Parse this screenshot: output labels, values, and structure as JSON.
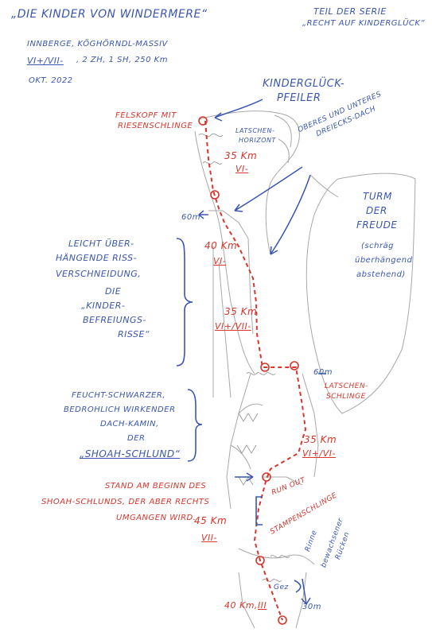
{
  "header": {
    "title": "„DIE KINDER VON WINDERMERE“",
    "series_line1": "TEIL DER SERIE",
    "series_line2": "„RECHT AUF KINDERGLÜCK“",
    "area": "INNBERGE, KÖGHÖRNDL-MASSIV",
    "grade": "VI+/VII-",
    "gear": ", 2 ZH, 1 SH, 250 Km",
    "date": "OKT. 2022"
  },
  "labels": {
    "pillar1": "KINDERGLÜCK-",
    "pillar2": "PFEILER",
    "felskopf1": "FELSKOPF MIT",
    "felskopf2": "RIESENSCHLINGE",
    "latschen1": "LATSCHEN-",
    "latschen2": "HORIZONT",
    "dach1": "OBERES UND UNTERES",
    "dach2": "DREIECKS-DACH",
    "turm1": "TURM",
    "turm2": "DER",
    "turm3": "FREUDE",
    "schraeg1": "(schräg",
    "schraeg2": "überhängend",
    "schraeg3": "abstehend)",
    "left1_1": "LEICHT ÜBER-",
    "left1_2": "HÄNGENDE RISS-",
    "left1_3": "VERSCHNEIDUNG,",
    "left1_4": "DIE",
    "left1_5": "„KINDER-",
    "left1_6": "BEFREIUNGS-",
    "left1_7": "RISSE“",
    "left2_1": "FEUCHT-SCHWARZER,",
    "left2_2": "BEDROHLICH WIRKENDER",
    "left2_3": "DACH-KAMIN,",
    "left2_4": "DER",
    "left2_5": "„SHOAH-SCHLUND“",
    "stand1": "STAND AM BEGINN DES",
    "stand2": "SHOAH-SCHLUNDS, DER ABER RECHTS",
    "stand3": "UMGANGEN WIRD.",
    "latschenschlinge1": "LATSCHEN-",
    "latschenschlinge2": "SCHLINGE",
    "runout1": "RUN OUT",
    "stampenschlinge": "STAMPENSCHLINGE",
    "rinne1": "Rinne",
    "rinne2": "bewachsener",
    "rinne3": "Rücken",
    "gez": "Gez",
    "m60a": "60m",
    "m60b": "60m",
    "m30": "30m"
  },
  "pitches": [
    {
      "len": "35 Km",
      "grade": "VI-"
    },
    {
      "len": "40 Km",
      "grade": "VI-"
    },
    {
      "len": "35 Km",
      "grade": "VI+/VII-"
    },
    {
      "len": "35 Km",
      "grade": "VI+/VI-"
    },
    {
      "len": "45 Km",
      "grade": "VII-"
    },
    {
      "len": "40 Km,",
      "grade": "III"
    }
  ],
  "colors": {
    "blue_ink": "#3a56b0",
    "red_ink": "#d6362b",
    "pencil": "#9a9a9a"
  }
}
